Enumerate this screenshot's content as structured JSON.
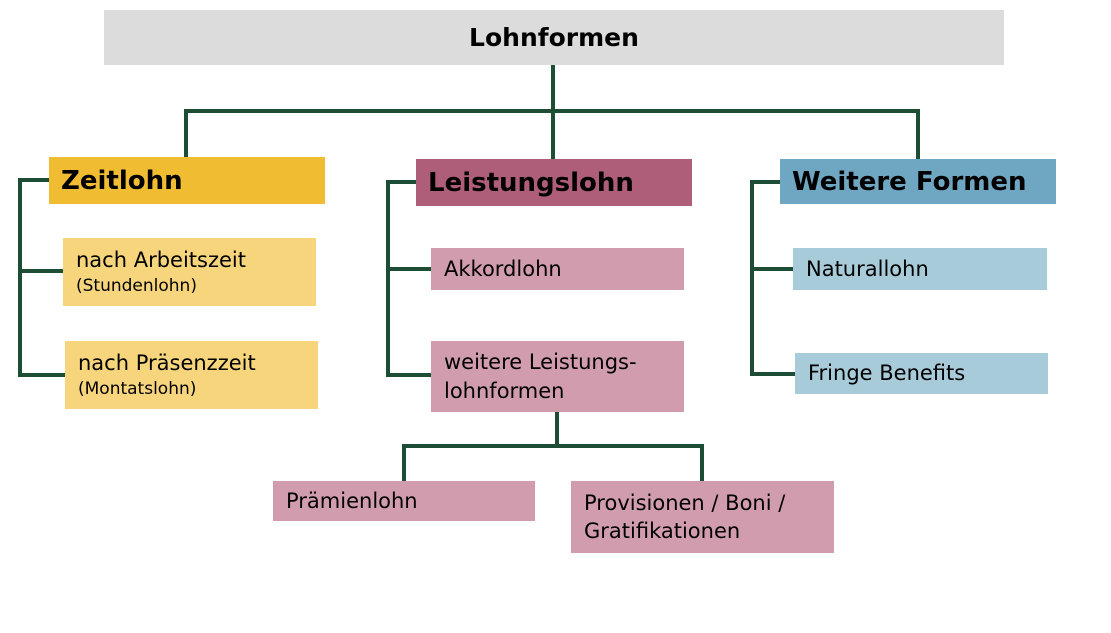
{
  "root": {
    "label": "Lohnformen"
  },
  "groups": [
    {
      "title": "Zeitlohn",
      "items": [
        {
          "line1": "nach Arbeitszeit",
          "line2": "(Stundenlohn)"
        },
        {
          "line1": "nach Präsenzzeit",
          "line2": "(Montatslohn)"
        }
      ]
    },
    {
      "title": "Leistungslohn",
      "items": [
        {
          "line1": "Akkordlohn"
        },
        {
          "line1": "weitere Leistungs-",
          "line2": "lohnformen"
        }
      ],
      "subitems": [
        {
          "line1": "Prämienlohn"
        },
        {
          "line1": "Provisionen / Boni /",
          "line2": "Gratifikationen"
        }
      ]
    },
    {
      "title": "Weitere Formen",
      "items": [
        {
          "line1": "Naturallohn"
        },
        {
          "line1": "Fringe Benefits"
        }
      ]
    }
  ],
  "colors": {
    "connector": "#1e4d36",
    "root_bg": "#dcdcdc",
    "zeitlohn": "#f0bc32",
    "leistungslohn": "#ae5e79",
    "weitere_formen": "#6fa7c2"
  }
}
